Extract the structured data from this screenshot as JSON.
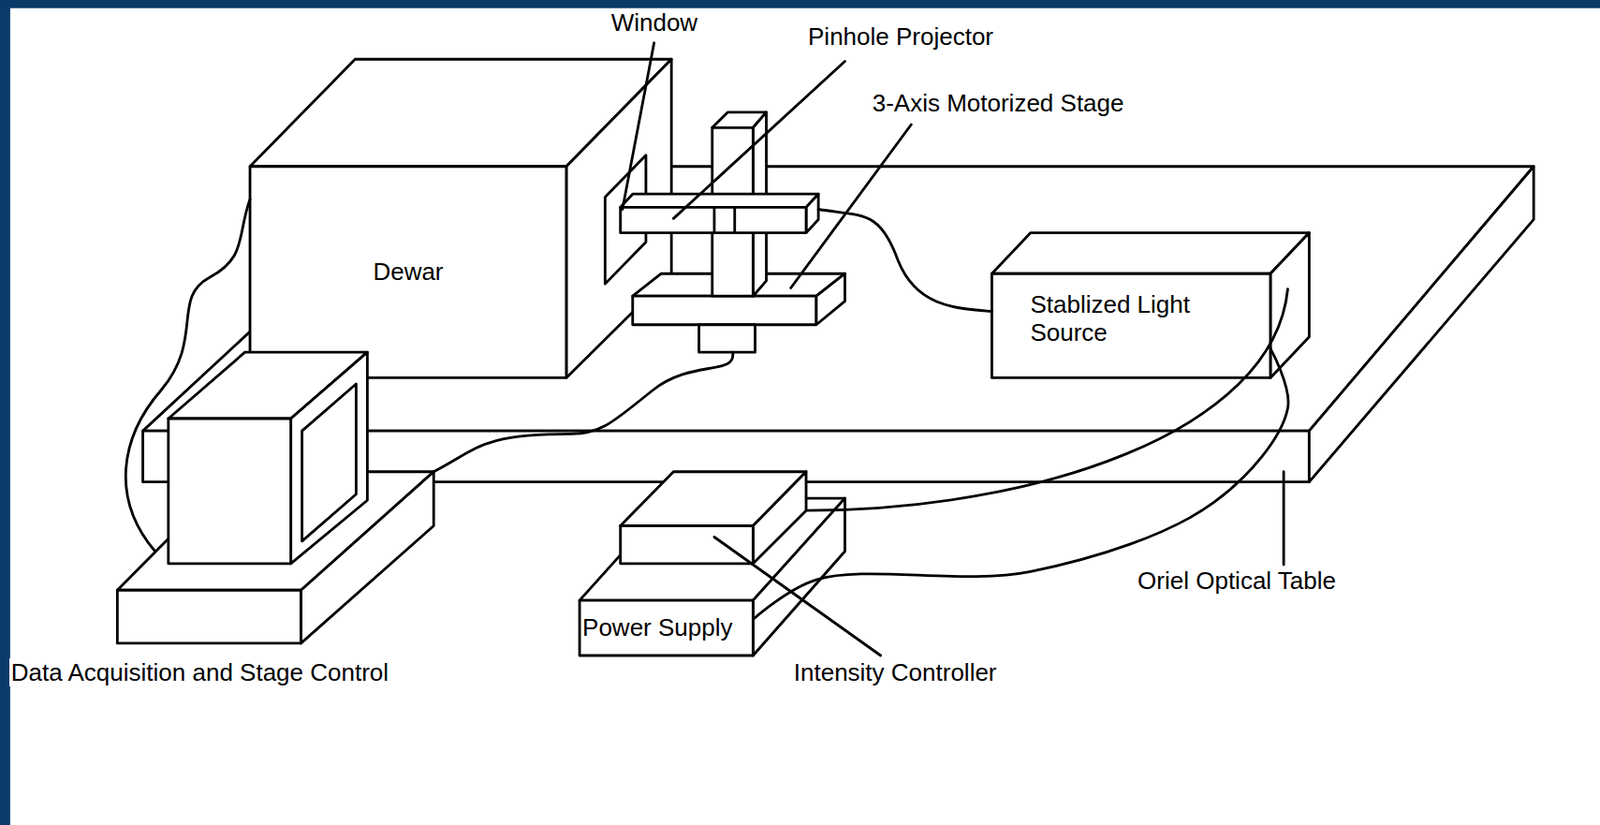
{
  "diagram": {
    "nodes": [
      {
        "text": [
          "Dewar"
        ]
      },
      {
        "text": [
          "Stablized Light Source"
        ]
      },
      {
        "text": [
          "Power Supply"
        ]
      }
    ],
    "edges": [
      {
        "from": 2,
        "to": 1,
        "arrow": "none"
      }
    ],
    "labels": [
      "Window",
      "Pinhole Projector",
      "3-Axis Motorized Stage",
      "Oriel Optical Table",
      "Data Acquisition and Stage Control",
      "Intensity Controller"
    ]
  }
}
